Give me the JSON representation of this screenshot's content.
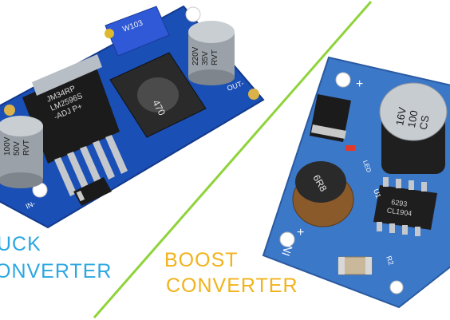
{
  "buck_board": {
    "chip_text": [
      "JM34RP",
      "LM2596S",
      "-ADJ  P+"
    ],
    "trimmer_text": "W103",
    "inductor_text": "470",
    "cap_left_text": [
      "100V",
      "50V",
      "RVT"
    ],
    "cap_right_text": [
      "220V",
      "35V",
      "RVT"
    ],
    "out_label": "OUT-",
    "in_label": "IN-"
  },
  "boost_board": {
    "cap_text": [
      "16V",
      "100",
      "CS"
    ],
    "inductor_text": "6R8",
    "chip_text": [
      "6293",
      "CL1904"
    ],
    "led_label": "LED",
    "u1_label": "U1",
    "in_label": "IN",
    "r2_label": "R2"
  },
  "labels": {
    "buck_line1": "UCK",
    "buck_line2": "ONVERTER",
    "boost_line1": "BOOST",
    "boost_line2": "CONVERTER"
  },
  "colors": {
    "pcb_blue": "#1a4fb6",
    "boost_pcb": "#3c78c8",
    "divider_green": "#8fd33a",
    "buck_label": "#2aa7e0",
    "boost_label": "#f2b21a"
  }
}
